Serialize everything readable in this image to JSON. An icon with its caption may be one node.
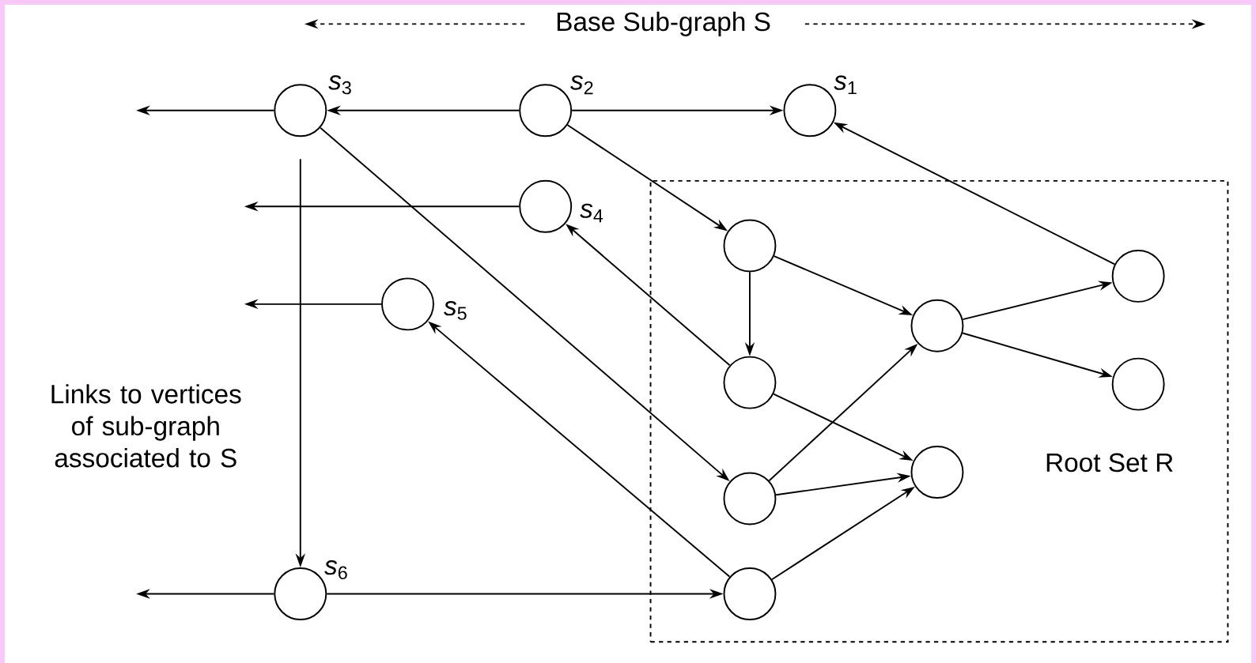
{
  "diagram": {
    "nodes": [
      {
        "text": [],
        "shape": "circle",
        "beside": [
          "*s*$_{3}$"
        ]
      },
      {
        "text": [],
        "shape": "circle",
        "beside": [
          "*s*$_{2}$"
        ]
      },
      {
        "text": [],
        "shape": "circle",
        "beside": [
          "*s*$_{1}$"
        ]
      },
      {
        "text": [],
        "shape": "circle",
        "beside": [
          "*s*$_{4}$"
        ]
      },
      {
        "text": [],
        "shape": "circle",
        "beside": [
          "*s*$_{5}$"
        ]
      },
      {
        "text": [],
        "shape": "circle",
        "beside": [
          "*s*$_{6}$"
        ]
      },
      {
        "text": [
          "Root Set R"
        ]
      },
      {
        "text": [],
        "shape": "circle",
        "in": 6
      },
      {
        "text": [],
        "shape": "circle",
        "in": 6
      },
      {
        "text": [],
        "shape": "circle",
        "in": 6
      },
      {
        "text": [],
        "shape": "circle",
        "in": 6
      },
      {
        "text": [],
        "shape": "circle",
        "in": 6
      },
      {
        "text": [],
        "shape": "circle",
        "in": 6
      },
      {
        "text": [],
        "shape": "circle",
        "in": 6
      },
      {
        "text": [],
        "shape": "circle",
        "in": 6
      }
    ],
    "edges": [
      {
        "from": 0,
        "to": null,
        "arrow": "to"
      },
      {
        "from": 1,
        "to": 0,
        "arrow": "to"
      },
      {
        "from": 1,
        "to": 2,
        "arrow": "to"
      },
      {
        "from": 1,
        "to": 7,
        "arrow": "to"
      },
      {
        "from": 0,
        "to": 5,
        "arrow": "to"
      },
      {
        "from": 0,
        "to": 9,
        "arrow": "to"
      },
      {
        "from": 3,
        "to": null,
        "arrow": "to"
      },
      {
        "from": 8,
        "to": 3,
        "arrow": "to"
      },
      {
        "from": 4,
        "to": null,
        "arrow": "to"
      },
      {
        "from": 10,
        "to": 4,
        "arrow": "to"
      },
      {
        "from": 5,
        "to": null,
        "arrow": "to"
      },
      {
        "from": 5,
        "to": 10,
        "arrow": "to"
      },
      {
        "from": 13,
        "to": 2,
        "arrow": "to"
      },
      {
        "from": 7,
        "to": 8,
        "arrow": "to"
      },
      {
        "from": 7,
        "to": 11,
        "arrow": "to"
      },
      {
        "from": 8,
        "to": 12,
        "arrow": "to"
      },
      {
        "from": 9,
        "to": 11,
        "arrow": "to"
      },
      {
        "from": 9,
        "to": 12,
        "arrow": "to"
      },
      {
        "from": 10,
        "to": 12,
        "arrow": "to"
      },
      {
        "from": 11,
        "to": 13,
        "arrow": "to"
      },
      {
        "from": 11,
        "to": 14,
        "arrow": "to"
      }
    ],
    "labels": [
      "Base Sub-graph S",
      "Links to vertices of sub-graph associated to S"
    ]
  }
}
